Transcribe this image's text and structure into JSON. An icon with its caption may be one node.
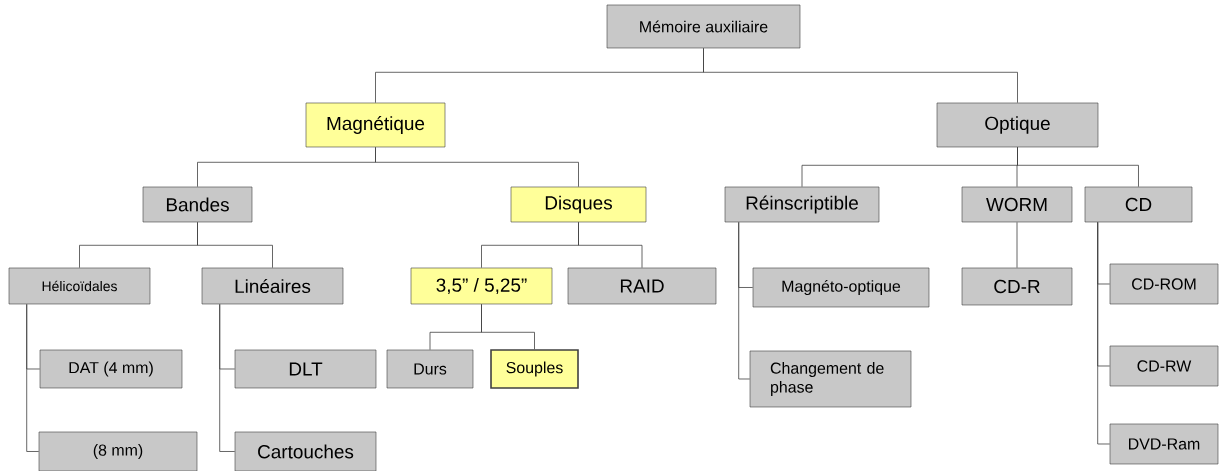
{
  "diagram": {
    "nodes": [
      {
        "text": [
          "Mémoire auxiliaire"
        ]
      },
      {
        "text": [
          "Magnétique"
        ]
      },
      {
        "text": [
          "Optique"
        ]
      },
      {
        "text": [
          "Bandes"
        ]
      },
      {
        "text": [
          "Disques"
        ]
      },
      {
        "text": [
          "Réinscriptible"
        ]
      },
      {
        "text": [
          "WORM"
        ]
      },
      {
        "text": [
          "CD"
        ]
      },
      {
        "text": [
          "Hélicoïdales"
        ]
      },
      {
        "text": [
          "Linéaires"
        ]
      },
      {
        "text": [
          "3,5” / 5,25”"
        ]
      },
      {
        "text": [
          "RAID"
        ]
      },
      {
        "text": [
          "CD-ROM"
        ]
      },
      {
        "text": [
          "Magnéto-optique"
        ]
      },
      {
        "text": [
          "CD-R"
        ]
      },
      {
        "text": [
          "DAT (4 mm)"
        ]
      },
      {
        "text": [
          "DLT"
        ]
      },
      {
        "text": [
          "Durs"
        ]
      },
      {
        "text": [
          "Souples"
        ]
      },
      {
        "text": [
          "CD-RW"
        ]
      },
      {
        "text": [
          "Changement de phase"
        ]
      },
      {
        "text": [
          "(8 mm)"
        ]
      },
      {
        "text": [
          "Cartouches"
        ]
      },
      {
        "text": [
          "DVD-Ram"
        ]
      }
    ],
    "edges": [
      {
        "from": 0,
        "to": 1,
        "arrow": "none"
      },
      {
        "from": 0,
        "to": 2,
        "arrow": "none"
      },
      {
        "from": 1,
        "to": 3,
        "arrow": "none"
      },
      {
        "from": 1,
        "to": 4,
        "arrow": "none"
      },
      {
        "from": 2,
        "to": 5,
        "arrow": "none"
      },
      {
        "from": 2,
        "to": 6,
        "arrow": "none"
      },
      {
        "from": 2,
        "to": 7,
        "arrow": "none"
      },
      {
        "from": 3,
        "to": 8,
        "arrow": "none"
      },
      {
        "from": 3,
        "to": 9,
        "arrow": "none"
      },
      {
        "from": 4,
        "to": 10,
        "arrow": "none"
      },
      {
        "from": 4,
        "to": 11,
        "arrow": "none"
      },
      {
        "from": 10,
        "to": 17,
        "arrow": "none"
      },
      {
        "from": 10,
        "to": 18,
        "arrow": "none"
      },
      {
        "from": 8,
        "to": 15,
        "arrow": "none"
      },
      {
        "from": 8,
        "to": 21,
        "arrow": "none"
      },
      {
        "from": 9,
        "to": 16,
        "arrow": "none"
      },
      {
        "from": 9,
        "to": 22,
        "arrow": "none"
      },
      {
        "from": 5,
        "to": 13,
        "arrow": "none"
      },
      {
        "from": 5,
        "to": 20,
        "arrow": "none"
      },
      {
        "from": 6,
        "to": 14,
        "arrow": "none"
      },
      {
        "from": 7,
        "to": 12,
        "arrow": "none"
      },
      {
        "from": 7,
        "to": 19,
        "arrow": "none"
      },
      {
        "from": 7,
        "to": 23,
        "arrow": "none"
      }
    ]
  }
}
